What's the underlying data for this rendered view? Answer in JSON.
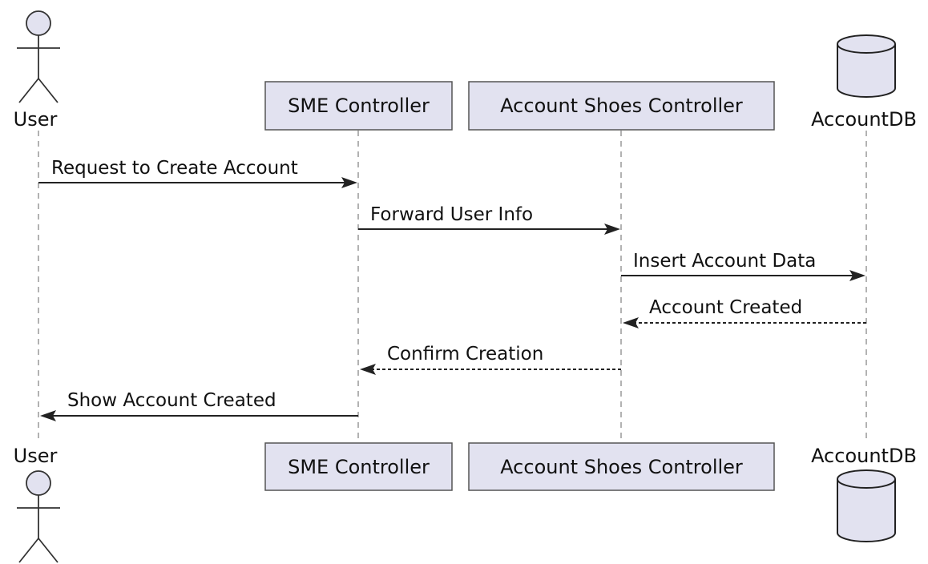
{
  "participants": {
    "user": {
      "label": "User",
      "kind": "actor"
    },
    "sme": {
      "label": "SME Controller",
      "kind": "participant"
    },
    "shoes": {
      "label": "Account Shoes Controller",
      "kind": "participant"
    },
    "db": {
      "label": "AccountDB",
      "kind": "database"
    }
  },
  "messages": [
    {
      "from": "user",
      "to": "sme",
      "label": "Request to Create Account",
      "style": "solid"
    },
    {
      "from": "sme",
      "to": "shoes",
      "label": "Forward User Info",
      "style": "solid"
    },
    {
      "from": "shoes",
      "to": "db",
      "label": "Insert Account Data",
      "style": "solid"
    },
    {
      "from": "db",
      "to": "shoes",
      "label": "Account Created",
      "style": "dashed"
    },
    {
      "from": "shoes",
      "to": "sme",
      "label": "Confirm Creation",
      "style": "dashed"
    },
    {
      "from": "sme",
      "to": "user",
      "label": "Show Account Created",
      "style": "solid"
    }
  ],
  "colors": {
    "participant_fill": "#e2e2f0",
    "participant_border": "#555555",
    "lifeline": "#888888",
    "arrow": "#222222"
  }
}
